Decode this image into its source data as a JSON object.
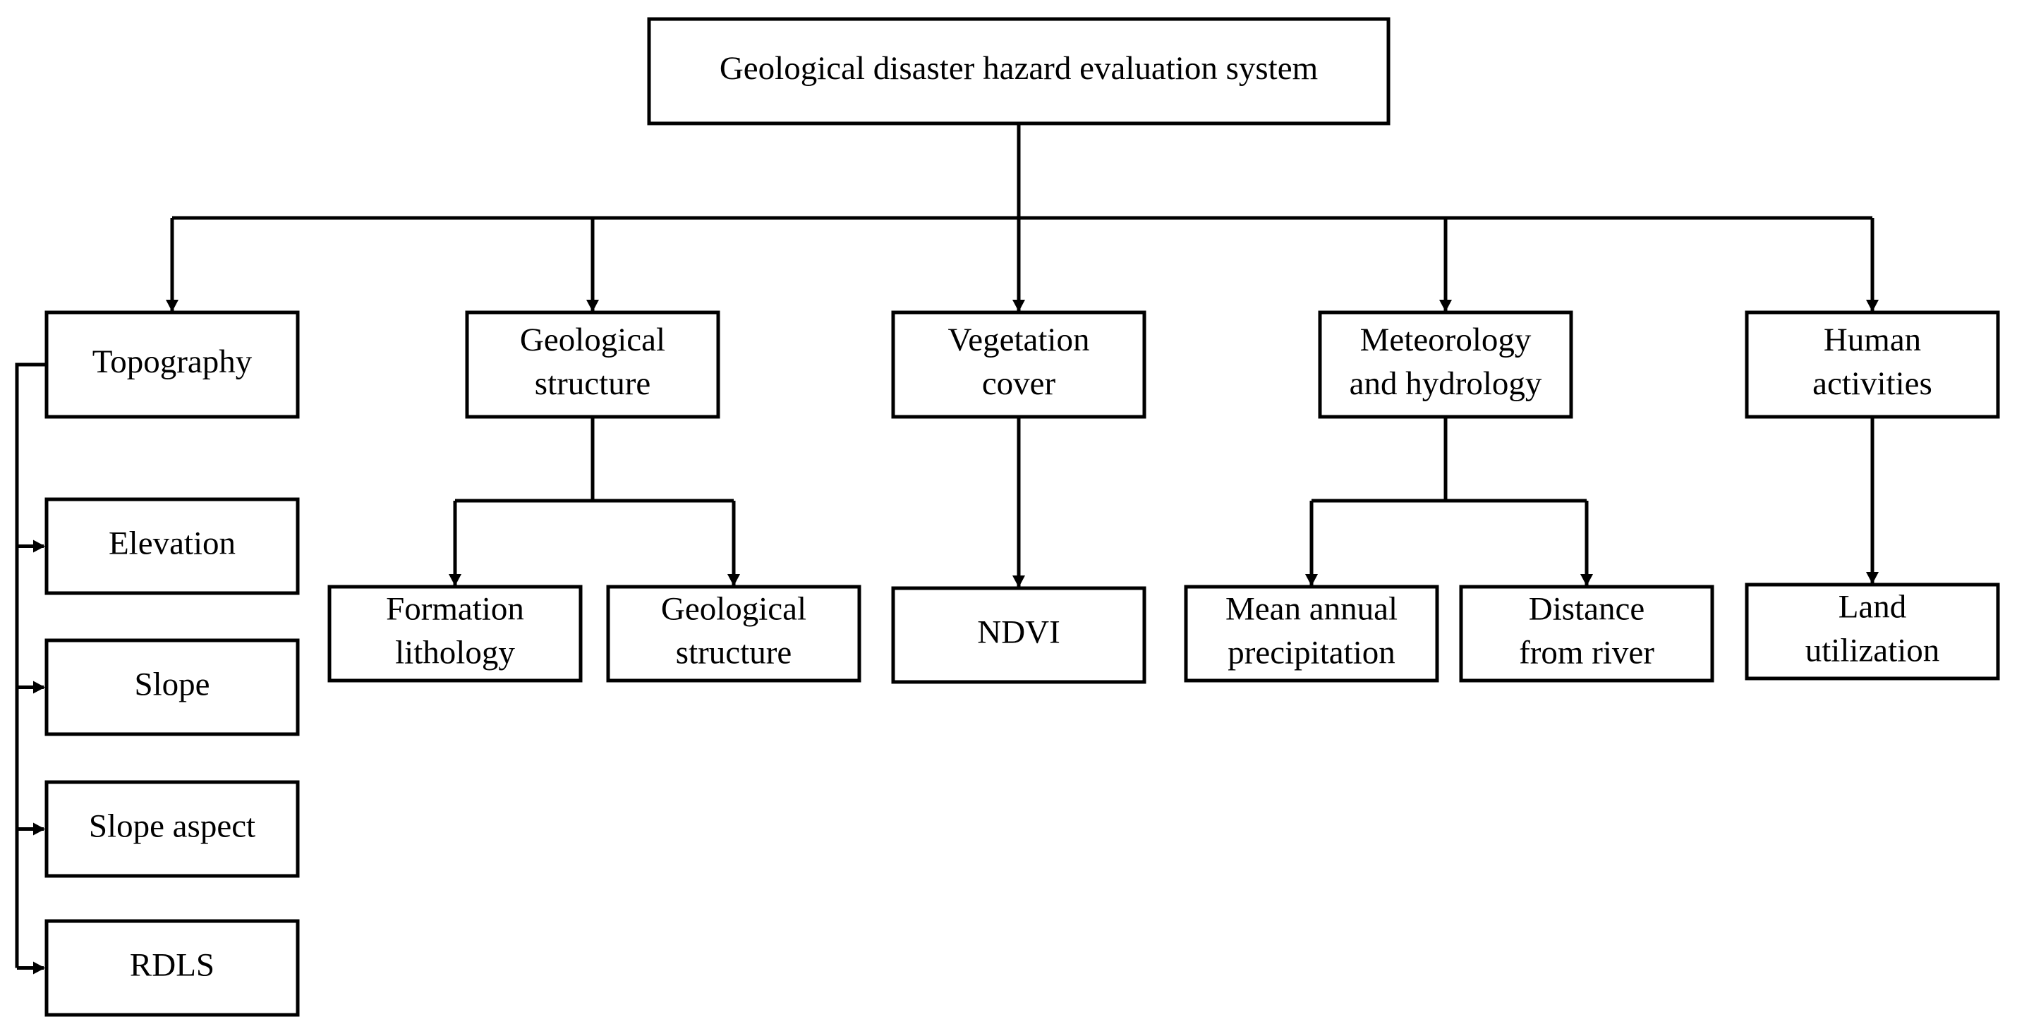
{
  "root": {
    "label": "Geological disaster hazard evaluation system"
  },
  "categories": [
    {
      "key": "topography",
      "lines": [
        "Topography"
      ],
      "children": [
        {
          "lines": [
            "Elevation"
          ]
        },
        {
          "lines": [
            "Slope"
          ]
        },
        {
          "lines": [
            "Slope aspect"
          ]
        },
        {
          "lines": [
            "RDLS"
          ]
        }
      ]
    },
    {
      "key": "geological-structure",
      "lines": [
        "Geological",
        "structure"
      ],
      "children": [
        {
          "lines": [
            "Formation",
            "lithology"
          ]
        },
        {
          "lines": [
            "Geological",
            "structure"
          ]
        }
      ]
    },
    {
      "key": "vegetation-cover",
      "lines": [
        "Vegetation",
        "cover"
      ],
      "children": [
        {
          "lines": [
            "NDVI"
          ]
        }
      ]
    },
    {
      "key": "meteorology-hydrology",
      "lines": [
        "Meteorology",
        "and hydrology"
      ],
      "children": [
        {
          "lines": [
            "Mean annual",
            "precipitation"
          ]
        },
        {
          "lines": [
            "Distance",
            "from river"
          ]
        }
      ]
    },
    {
      "key": "human-activities",
      "lines": [
        "Human",
        "activities"
      ],
      "children": [
        {
          "lines": [
            "Land",
            "utilization"
          ]
        }
      ]
    }
  ]
}
